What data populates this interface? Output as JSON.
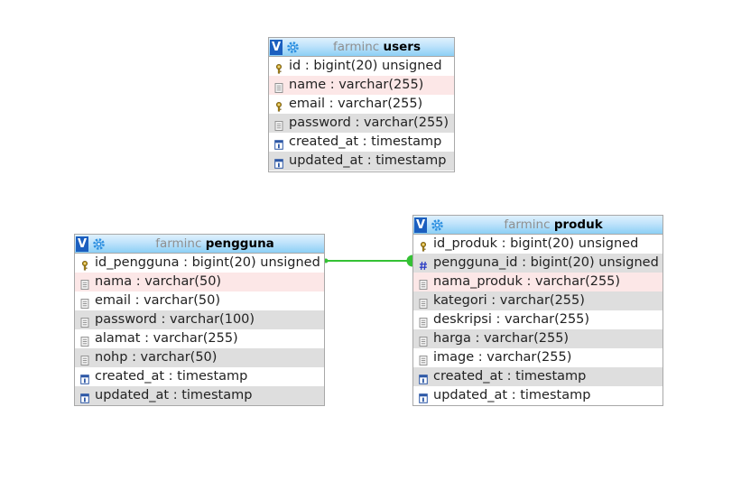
{
  "tables": {
    "users": {
      "db": "farminc",
      "name": "users",
      "v_label": "V",
      "columns": [
        {
          "text": "id : bigint(20) unsigned",
          "icon": "key-icon"
        },
        {
          "text": "name : varchar(255)",
          "icon": "field-icon"
        },
        {
          "text": "email : varchar(255)",
          "icon": "key-icon"
        },
        {
          "text": "password : varchar(255)",
          "icon": "field-icon"
        },
        {
          "text": "created_at : timestamp",
          "icon": "timestamp-icon"
        },
        {
          "text": "updated_at : timestamp",
          "icon": "timestamp-icon"
        }
      ]
    },
    "pengguna": {
      "db": "farminc",
      "name": "pengguna",
      "v_label": "V",
      "columns": [
        {
          "text": "id_pengguna : bigint(20) unsigned",
          "icon": "key-icon"
        },
        {
          "text": "nama : varchar(50)",
          "icon": "field-icon"
        },
        {
          "text": "email : varchar(50)",
          "icon": "field-icon"
        },
        {
          "text": "password : varchar(100)",
          "icon": "field-icon"
        },
        {
          "text": "alamat : varchar(255)",
          "icon": "field-icon"
        },
        {
          "text": "nohp : varchar(50)",
          "icon": "field-icon"
        },
        {
          "text": "created_at : timestamp",
          "icon": "timestamp-icon"
        },
        {
          "text": "updated_at : timestamp",
          "icon": "timestamp-icon"
        }
      ]
    },
    "produk": {
      "db": "farminc",
      "name": "produk",
      "v_label": "V",
      "columns": [
        {
          "text": "id_produk : bigint(20) unsigned",
          "icon": "key-icon"
        },
        {
          "text": "pengguna_id : bigint(20) unsigned",
          "icon": "numeric-icon"
        },
        {
          "text": "nama_produk : varchar(255)",
          "icon": "field-icon"
        },
        {
          "text": "kategori : varchar(255)",
          "icon": "field-icon"
        },
        {
          "text": "deskripsi : varchar(255)",
          "icon": "field-icon"
        },
        {
          "text": "harga : varchar(255)",
          "icon": "field-icon"
        },
        {
          "text": "image : varchar(255)",
          "icon": "field-icon"
        },
        {
          "text": "created_at : timestamp",
          "icon": "timestamp-icon"
        },
        {
          "text": "updated_at : timestamp",
          "icon": "timestamp-icon"
        }
      ]
    }
  },
  "relation": {
    "from": "pengguna.id_pengguna",
    "to": "produk.pengguna_id",
    "color": "#34c134"
  },
  "colors": {
    "header_light": "#dff1fd",
    "header_dark": "#8ccff5",
    "v_button": "#1b5fbf",
    "gear": "#2c8fe0",
    "db_name": "#8f8f8f",
    "row_pink": "#fce7e7",
    "row_gray": "#dedede"
  }
}
